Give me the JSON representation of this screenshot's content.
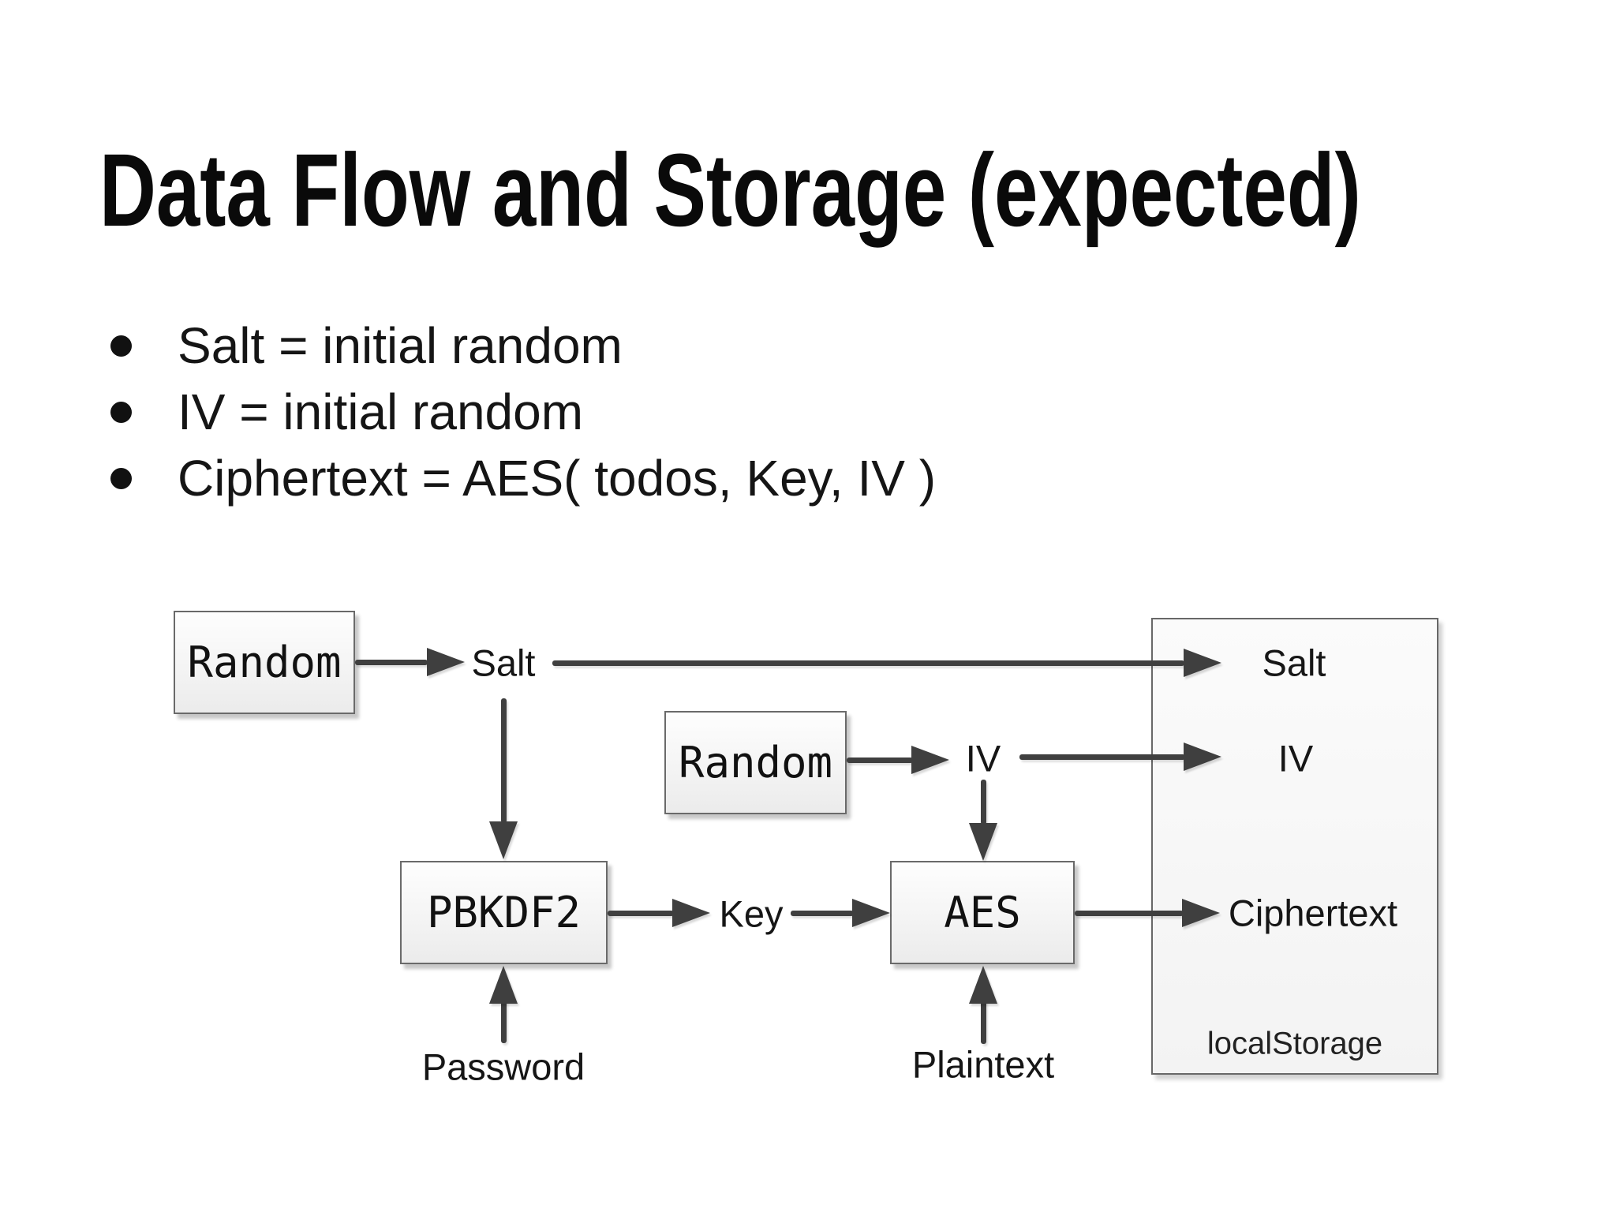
{
  "slide": {
    "title": "Data Flow and Storage (expected)",
    "bullets": [
      {
        "text": "Salt = initial random"
      },
      {
        "text": "IV = initial random"
      },
      {
        "text": "Ciphertext = AES( todos, Key, IV )"
      }
    ]
  },
  "diagram": {
    "nodes": {
      "random1": "Random",
      "random2": "Random",
      "pbkdf2": "PBKDF2",
      "aes": "AES"
    },
    "labels": {
      "salt": "Salt",
      "iv": "IV",
      "key": "Key",
      "password": "Password",
      "plaintext": "Plaintext"
    },
    "storage": {
      "salt": "Salt",
      "iv": "IV",
      "ciphertext": "Ciphertext",
      "caption": "localStorage"
    },
    "colors": {
      "arrow": "#3f3f3f",
      "box_border": "#6a6a6a",
      "box_fill": "#f2f2f2",
      "storage_fill": "#f5f5f5",
      "background": "#ffffff",
      "text": "#111111"
    }
  }
}
